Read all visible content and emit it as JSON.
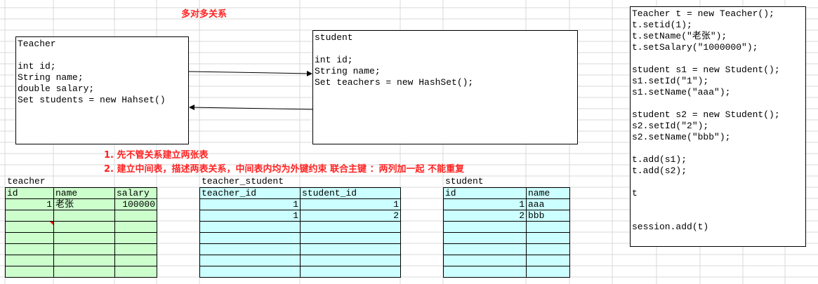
{
  "title": "多对多关系",
  "teacher_box": [
    "Teacher",
    "",
    "int id;",
    "String name;",
    "double salary;",
    "Set students = new Hahset()"
  ],
  "student_box": [
    "student",
    "",
    "int id;",
    "String name;",
    "Set teachers = new HashSet();"
  ],
  "notes": [
    "1. 先不管关系建立两张表",
    "2. 建立中间表，描述两表关系，中间表内均为外键约束 联合主键  ：两列加一起 不能重复"
  ],
  "code_box": [
    "Teacher t = new Teacher();",
    "t.setid(1);",
    "t.setName(\"老张\");",
    "t.setSalary(\"1000000\");",
    "",
    "student s1 = new Student();",
    "s1.setId(\"1\");",
    "s1.setName(\"aaa\");",
    "",
    "student s2 = new Student();",
    "s2.setId(\"2\");",
    "s2.setName(\"bbb\");",
    "",
    "t.add(s1);",
    "t.add(s2);",
    "",
    "t",
    "",
    "",
    "session.add(t)"
  ],
  "tables": {
    "teacher": {
      "name": "teacher",
      "headers": [
        "id",
        "name",
        "salary"
      ],
      "rows": [
        [
          "1",
          "老张",
          "100000"
        ]
      ]
    },
    "teacher_student": {
      "name": "teacher_student",
      "headers": [
        "teacher_id",
        "student_id"
      ],
      "rows": [
        [
          "1",
          "1"
        ],
        [
          "1",
          "2"
        ]
      ]
    },
    "student": {
      "name": "student",
      "headers": [
        "id",
        "name"
      ],
      "rows": [
        [
          "1",
          "aaa"
        ],
        [
          "2",
          "bbb"
        ]
      ]
    }
  },
  "colors": {
    "teacher_fill": "#ccffcc",
    "link_fill": "#ccffff",
    "note": "#ff2222"
  }
}
